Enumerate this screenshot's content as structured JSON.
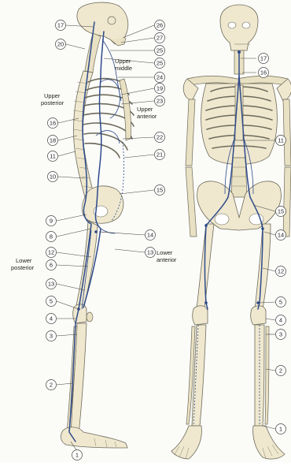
{
  "figure": {
    "lateral_view": {
      "callouts": [
        "17",
        "20",
        "26",
        "27",
        "25",
        "25",
        "24",
        "19",
        "23",
        "16",
        "18",
        "11",
        "22",
        "21",
        "10",
        "15",
        "9",
        "8",
        "14",
        "12",
        "13",
        "6",
        "13",
        "5",
        "4",
        "3",
        "2",
        "1"
      ],
      "labels": {
        "upper_middle": [
          "Upper",
          "middle"
        ],
        "upper_posterior": [
          "Upper",
          "posterior"
        ],
        "upper_anterior": [
          "Upper",
          "anterior"
        ],
        "lower_anterior": [
          "Lower",
          "anterior"
        ],
        "lower_posterior": [
          "Lower",
          "posterior"
        ]
      }
    },
    "anterior_view": {
      "callouts": [
        "17",
        "16",
        "11",
        "15",
        "14",
        "12",
        "5",
        "4",
        "3",
        "2",
        "1"
      ]
    }
  }
}
